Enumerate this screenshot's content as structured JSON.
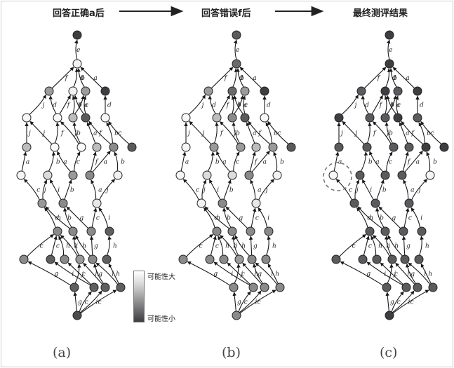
{
  "header": {
    "left": "回答正确a后",
    "middle": "回答错误f后",
    "right": "最终测评结果"
  },
  "legend": {
    "high": "可能性大",
    "low": "可能性小",
    "colors": {
      "high": "#ffffff",
      "low": "#3d3d42"
    }
  },
  "panels": [
    {
      "label": "(a)",
      "shades": [
        "#3d3d42",
        "#f2f2f2",
        "#9c9c9c",
        "#f2f2f2",
        "#9c9c9c",
        "#3d3d42",
        "#f7f7f7",
        "#f7f7f7",
        "#bdbdbd",
        "#5a5a5a",
        "#f7f7f7",
        "#bdbdbd",
        "#fafafa",
        "#fafafa",
        "#bdbdbd",
        "#8a8a8a",
        "#5a5a5a",
        "#f5f5f5",
        "#dcdcdc",
        "#9a9a9a",
        "#8a8a8a",
        "#f2f2f2",
        "#9a9a9a",
        "#8a8a8a",
        "#e8e8e8",
        "#8a8a8a",
        "#8a8a8a",
        "#8a8a8a",
        "#5f5f5f",
        "#8a8a8a",
        "#9a9a9a",
        "#8a8a8a",
        "#5f5f5f",
        "#8a8a8a",
        "#5f5f5f",
        "#5f5f5f",
        "#5f5f5f",
        "#5f5f5f",
        "#5f5f5f",
        "#4a4a4f"
      ]
    },
    {
      "label": "(b)",
      "shades": [
        "#5a5a5f",
        "#6a6a6a",
        "#9c9c9c",
        "#6a6a6a",
        "#9c9c9c",
        "#3d3d42",
        "#f7f7f7",
        "#bdbdbd",
        "#8a8a8a",
        "#5a5a5a",
        "#f7f7f7",
        "#f7f7f7",
        "#9a9a9a",
        "#9a9a9a",
        "#bdbdbd",
        "#9a9a9a",
        "#5a5a5a",
        "#f5f5f5",
        "#dcdcdc",
        "#dcdcdc",
        "#8a8a8a",
        "#f2f2f2",
        "#f2f2f2",
        "#8a8a8a",
        "#e8e8e8",
        "#8a8a8a",
        "#8a8a8a",
        "#8a8a8a",
        "#8a8a8a",
        "#8a8a8a",
        "#9a9a9a",
        "#8a8a8a",
        "#8a8a8a",
        "#8a8a8a",
        "#8a8a8a",
        "#8a8a8a",
        "#8a8a8a",
        "#8a8a8a",
        "#8a8a8a",
        "#8a8a8a"
      ]
    },
    {
      "label": "(c)",
      "shades": [
        "#3d3d42",
        "#3d3d42",
        "#5a5a5f",
        "#3d3d42",
        "#5a5a5f",
        "#3d3d42",
        "#3d3d42",
        "#5a5a5f",
        "#5a5a5f",
        "#3d3d42",
        "#5a5a5f",
        "#5a5a5f",
        "#5a5a5f",
        "#5a5a5f",
        "#5a5a5f",
        "#3d3d42",
        "#3d3d42",
        "#f7f7f7",
        "#5a5a5f",
        "#5a5a5f",
        "#5a5a5f",
        "#f5f5f5",
        "#5a5a5f",
        "#5a5a5f",
        "#5a5a5f",
        "#5a5a5f",
        "#5a5a5f",
        "#5a5a5f",
        "#5a5a5f",
        "#5a5a5f",
        "#5a5a5f",
        "#5a5a5f",
        "#5a5a5f",
        "#5a5a5f",
        "#5a5a5f",
        "#5a5a5f",
        "#5a5a5f",
        "#5a5a5f",
        "#5a5a5f",
        "#3d3d42"
      ]
    }
  ],
  "edge_labels": [
    "e",
    "f",
    "d",
    "b",
    "a",
    "j",
    "d",
    "f",
    "b",
    "c",
    "d",
    "a",
    "f",
    "j",
    "f",
    "b",
    "a",
    "b",
    "c",
    "j",
    "j",
    "f",
    "a",
    "b",
    "c",
    "f",
    "b",
    "a",
    "a",
    "c",
    "j",
    "b",
    "a",
    "j",
    "i",
    "c",
    "b",
    "c",
    "i",
    "h",
    "g",
    "h",
    "i",
    "g",
    "h",
    "c",
    "c",
    "h",
    "h",
    "j",
    "c",
    "g",
    "h",
    "g",
    "i",
    "h",
    "i",
    "c",
    "g",
    "i",
    "c"
  ]
}
